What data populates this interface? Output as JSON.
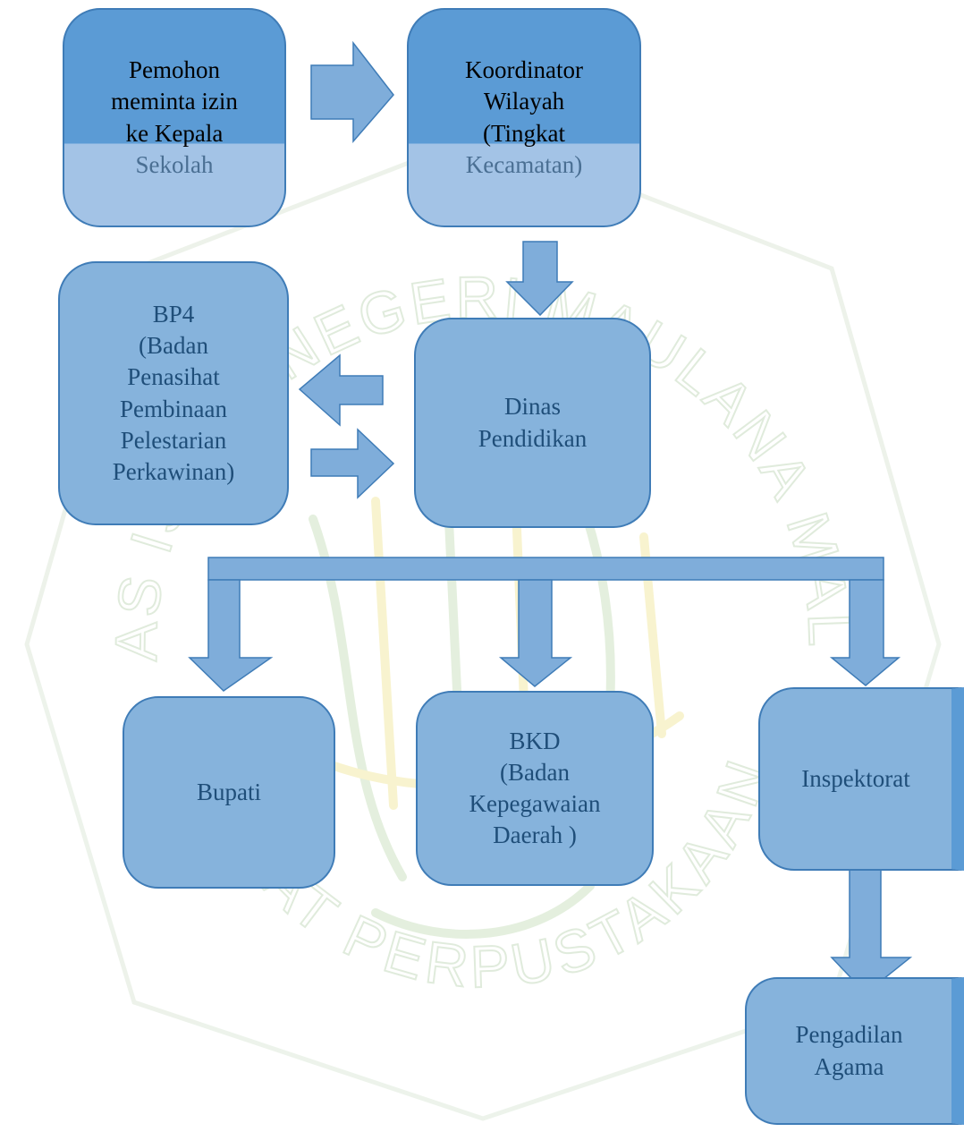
{
  "watermark": {
    "ring_text": "UNIVERSITAS ISLAM NEGERI MAULANA MALIK IBRAHIM",
    "bottom_text": "PUSAT PERPUSTAKAAN"
  },
  "nodes": {
    "pemohon": {
      "lines": [
        "Pemohon",
        "meminta izin",
        "ke Kepala",
        "Sekolah"
      ]
    },
    "koordinator": {
      "lines": [
        "Koordinator",
        "Wilayah",
        "(Tingkat",
        "Kecamatan)"
      ]
    },
    "bp4": {
      "lines": [
        "BP4",
        "(Badan",
        "Penasihat",
        "Pembinaan",
        "Pelestarian",
        "Perkawinan)"
      ]
    },
    "dinas": {
      "lines": [
        "Dinas",
        "Pendidikan"
      ]
    },
    "bupati": {
      "lines": [
        "Bupati"
      ]
    },
    "bkd": {
      "lines": [
        "BKD",
        "(Badan",
        "Kepegawaian",
        "Daerah )"
      ]
    },
    "inspektorat": {
      "lines": [
        "Inspektorat"
      ]
    },
    "pengadilan": {
      "lines": [
        "Pengadilan",
        "Agama"
      ]
    }
  },
  "colors": {
    "box_border": "#3f7cb7",
    "box_fill": "#86b3dc",
    "box_top": "#5b9bd5",
    "box_bottom": "#a3c3e6",
    "arrow_fill": "#7fadda",
    "watermark_green": "#cfe3c4",
    "watermark_gold": "#f3eaa9"
  }
}
